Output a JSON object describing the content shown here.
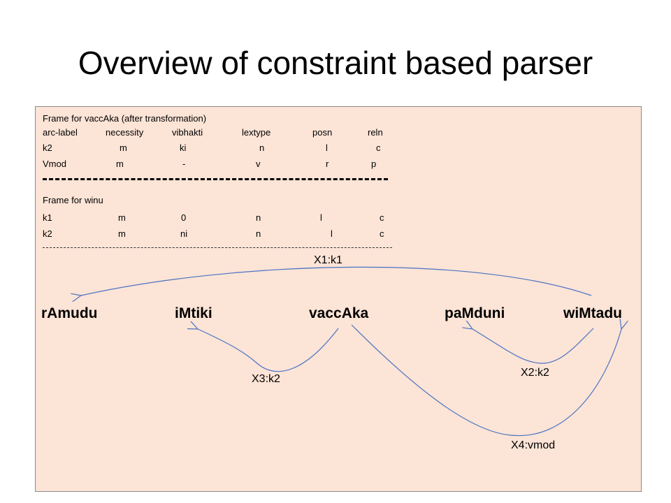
{
  "title": "Overview of constraint based parser",
  "frame1": {
    "heading": "Frame for vaccAka (after transformation)",
    "columns": [
      "arc-label",
      "necessity",
      "vibhakti",
      "lextype",
      "posn",
      "reln"
    ],
    "rows": [
      [
        "k2",
        "m",
        "ki",
        "n",
        "l",
        "c"
      ],
      [
        "Vmod",
        "m",
        "-",
        "v",
        "r",
        "p"
      ]
    ]
  },
  "frame2": {
    "heading": "Frame for winu",
    "rows": [
      [
        "k1",
        "m",
        "0",
        "n",
        "l",
        "c"
      ],
      [
        "k2",
        "m",
        "ni",
        "n",
        "l",
        "c"
      ]
    ]
  },
  "words": [
    "rAmudu",
    "iMtiki",
    "vaccAka",
    "paMduni",
    "wiMtadu"
  ],
  "arcs": [
    {
      "label": "X1:k1",
      "from": "wiMtadu",
      "to": "rAmudu"
    },
    {
      "label": "X3:k2",
      "from": "vaccAka",
      "to": "iMtiki"
    },
    {
      "label": "X2:k2",
      "from": "wiMtadu",
      "to": "paMduni"
    },
    {
      "label": "X4:vmod",
      "from": "vaccAka",
      "to": "wiMtadu"
    }
  ],
  "colors": {
    "panel_background": "#fce4d6",
    "arc_stroke": "#4a72c4"
  }
}
